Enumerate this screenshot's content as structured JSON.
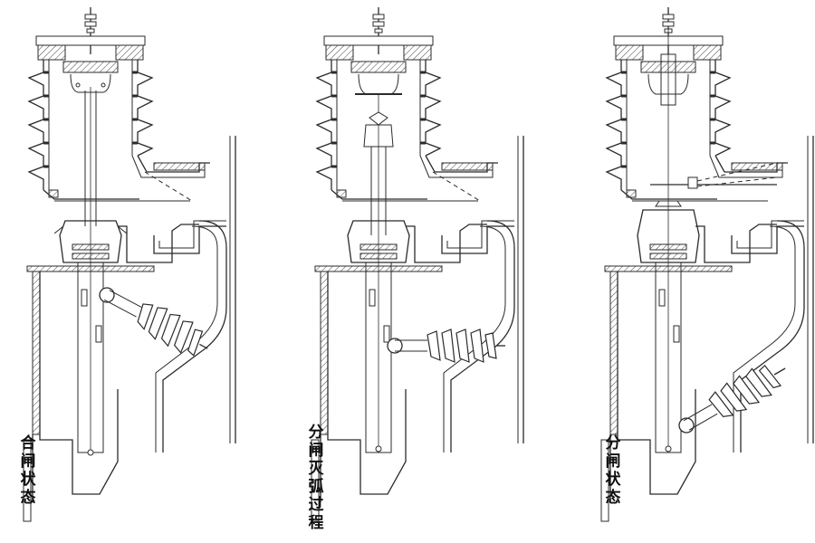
{
  "figure": {
    "panels": [
      {
        "id": "closed",
        "label": "合闸状态"
      },
      {
        "id": "arcing",
        "label": "分闸灭弧过程"
      },
      {
        "id": "open",
        "label": "分闸状态"
      }
    ]
  },
  "colors": {
    "line": "#2b2b2b",
    "hatch": "#555555",
    "fill": "#ffffff",
    "background": "#ffffff"
  }
}
